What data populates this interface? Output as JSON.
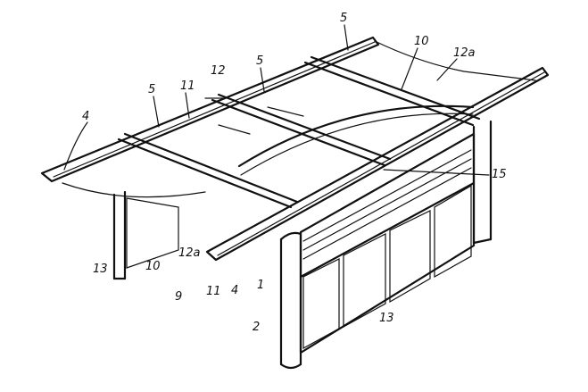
{
  "labels": {
    "l4_left": "4",
    "l5_a": "5",
    "l11_a": "11",
    "l12": "12",
    "l5_b": "5",
    "l5_c": "5",
    "l10_top": "10",
    "l12a_top": "12a",
    "l15": "15",
    "l13_left": "13",
    "l10_low": "10",
    "l12a_low": "12a",
    "l9": "9",
    "l11_b": "11",
    "l4_low": "4",
    "l1": "1",
    "l2": "2",
    "l13_low": "13"
  }
}
